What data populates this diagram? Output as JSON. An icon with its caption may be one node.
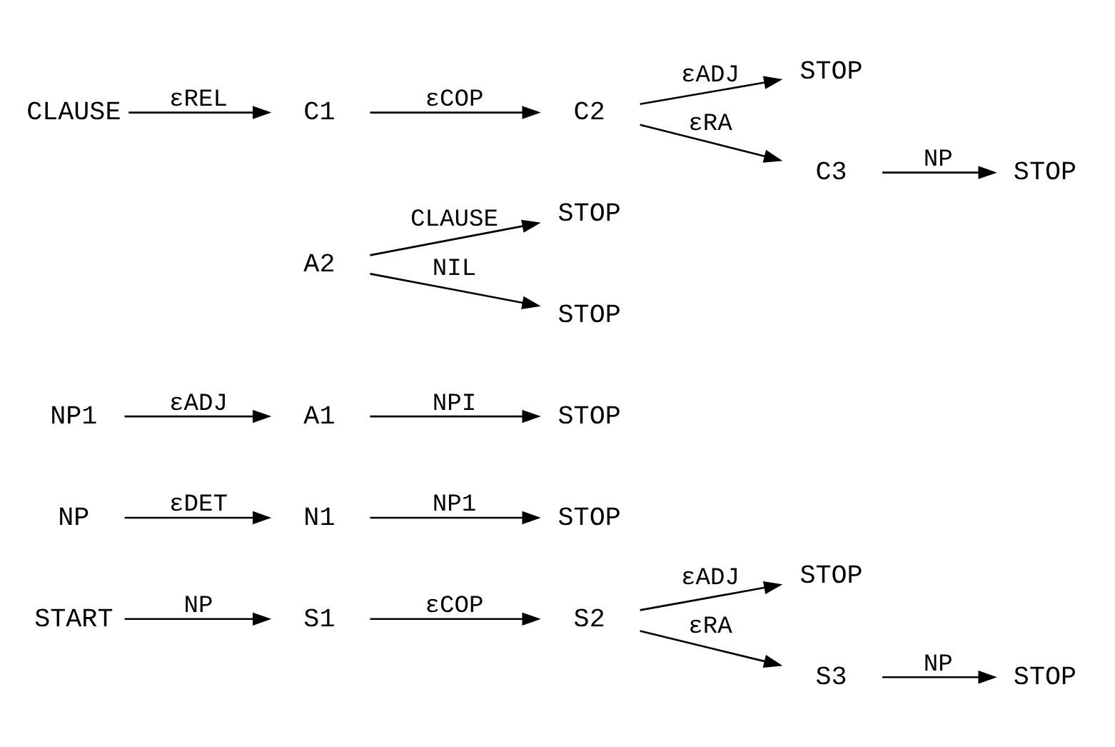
{
  "diagram": {
    "nodes": [
      {
        "text": [
          "START"
        ]
      },
      {
        "text": [
          "S1"
        ]
      },
      {
        "text": [
          "S2"
        ]
      },
      {
        "text": [
          "STOP"
        ]
      },
      {
        "text": [
          "S3"
        ]
      },
      {
        "text": [
          "STOP"
        ]
      },
      {
        "text": [
          "NP"
        ]
      },
      {
        "text": [
          "N1"
        ]
      },
      {
        "text": [
          "STOP"
        ]
      },
      {
        "text": [
          "NP1"
        ]
      },
      {
        "text": [
          "A1"
        ]
      },
      {
        "text": [
          "STOP"
        ]
      },
      {
        "text": [
          "A2"
        ]
      },
      {
        "text": [
          "STOP"
        ]
      },
      {
        "text": [
          "STOP"
        ]
      },
      {
        "text": [
          "CLAUSE"
        ]
      },
      {
        "text": [
          "C1"
        ]
      },
      {
        "text": [
          "C2"
        ]
      },
      {
        "text": [
          "STOP"
        ]
      },
      {
        "text": [
          "C3"
        ]
      },
      {
        "text": [
          "STOP"
        ]
      }
    ],
    "edges": [
      {
        "from": 0,
        "to": 1,
        "arrow": "to",
        "label": "NP"
      },
      {
        "from": 1,
        "to": 2,
        "arrow": "to",
        "label": "εCOP"
      },
      {
        "from": 2,
        "to": 3,
        "arrow": "to",
        "label": "εADJ"
      },
      {
        "from": 2,
        "to": 4,
        "arrow": "to",
        "label": "εRA"
      },
      {
        "from": 4,
        "to": 5,
        "arrow": "to",
        "label": "NP"
      },
      {
        "from": 6,
        "to": 7,
        "arrow": "to",
        "label": "εDET"
      },
      {
        "from": 7,
        "to": 8,
        "arrow": "to",
        "label": "NP1"
      },
      {
        "from": 9,
        "to": 10,
        "arrow": "to",
        "label": "εADJ"
      },
      {
        "from": 10,
        "to": 11,
        "arrow": "to",
        "label": "NPI"
      },
      {
        "from": 12,
        "to": 13,
        "arrow": "to",
        "label": "CLAUSE"
      },
      {
        "from": 12,
        "to": 14,
        "arrow": "to",
        "label": "NIL"
      },
      {
        "from": 15,
        "to": 16,
        "arrow": "to",
        "label": "εREL"
      },
      {
        "from": 16,
        "to": 17,
        "arrow": "to",
        "label": "εCOP"
      },
      {
        "from": 17,
        "to": 18,
        "arrow": "to",
        "label": "εADJ"
      },
      {
        "from": 17,
        "to": 19,
        "arrow": "to",
        "label": "εRA"
      },
      {
        "from": 19,
        "to": 20,
        "arrow": "to",
        "label": "NP"
      }
    ]
  }
}
